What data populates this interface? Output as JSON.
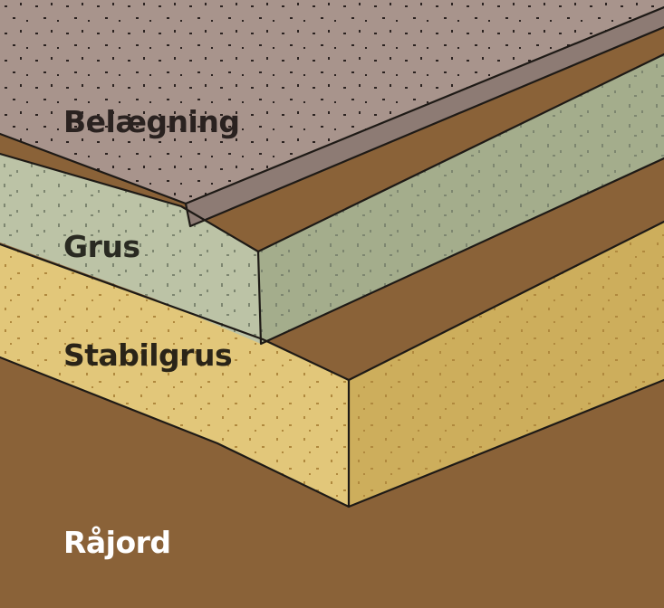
{
  "layers": [
    {
      "key": "paving",
      "label": "Belægning",
      "color": "#a8948c",
      "edge_color": "#8d7b74",
      "text_color": "#2a2220"
    },
    {
      "key": "gravel",
      "label": "Grus",
      "color": "#bcc3a6",
      "edge_color": "#a4ad8c",
      "text_color": "#2a2a22"
    },
    {
      "key": "stable",
      "label": "Stabilgrus",
      "color": "#e2c77a",
      "edge_color": "#cdae5c",
      "text_color": "#2a2418"
    },
    {
      "key": "soil",
      "label": "Råjord",
      "color": "#8a6238",
      "edge_color": "#6f4c2a",
      "text_color": "#ffffff"
    }
  ]
}
